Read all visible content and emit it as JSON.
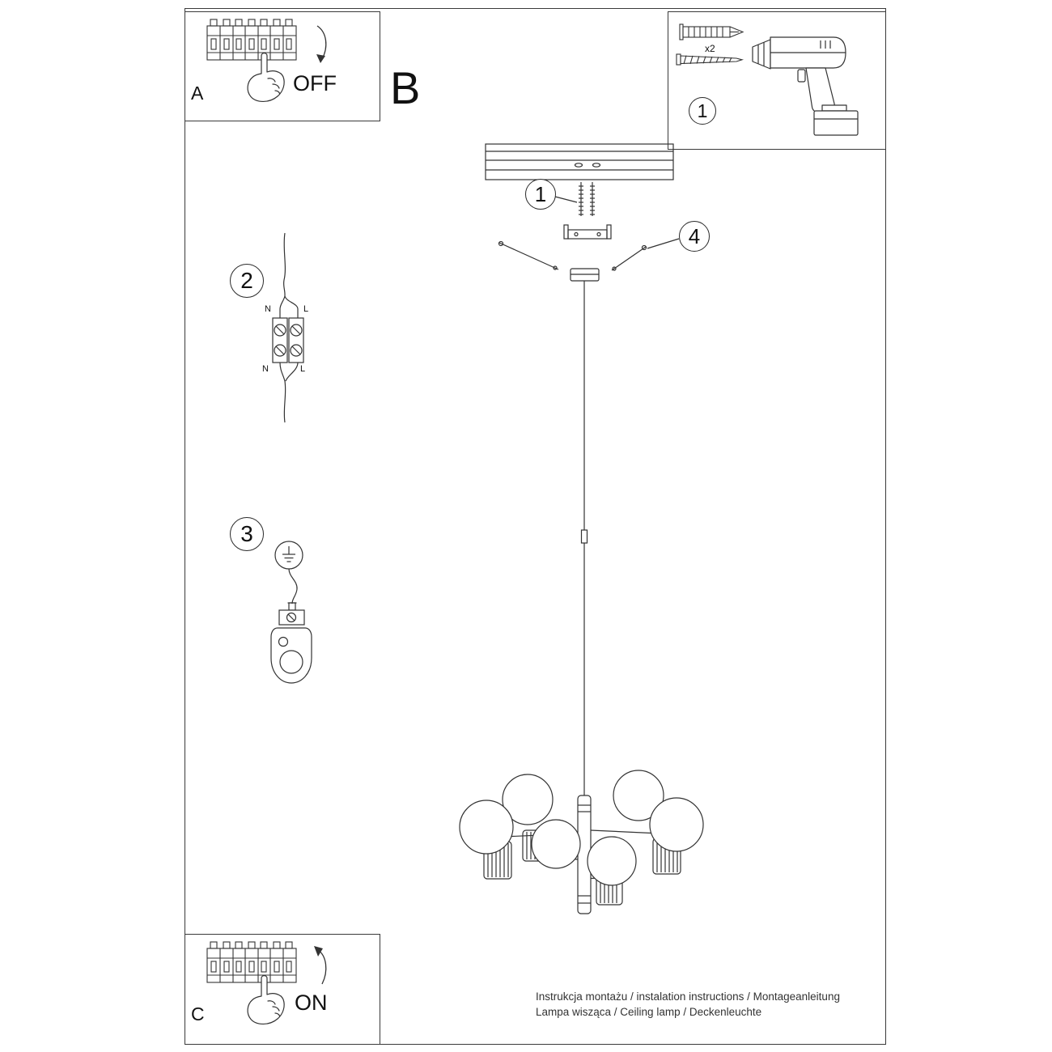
{
  "panels": {
    "a": {
      "label": "A",
      "action": "OFF"
    },
    "b": {
      "label": "B"
    },
    "c": {
      "label": "C",
      "action": "ON"
    },
    "tools": {
      "step": "1",
      "screw_count": "x2"
    }
  },
  "diagram": {
    "step_screws": "1",
    "step_bracket": "4",
    "step_wiring": "2",
    "step_ground": "3",
    "wiring": {
      "n_top": "N",
      "l_top": "L",
      "n_bottom": "N",
      "l_bottom": "L"
    }
  },
  "footer": {
    "line1": "Instrukcja montażu / instalation instructions / Montageanleitung",
    "line2": "Lampa wisząca / Ceiling lamp / Deckenleuchte"
  }
}
